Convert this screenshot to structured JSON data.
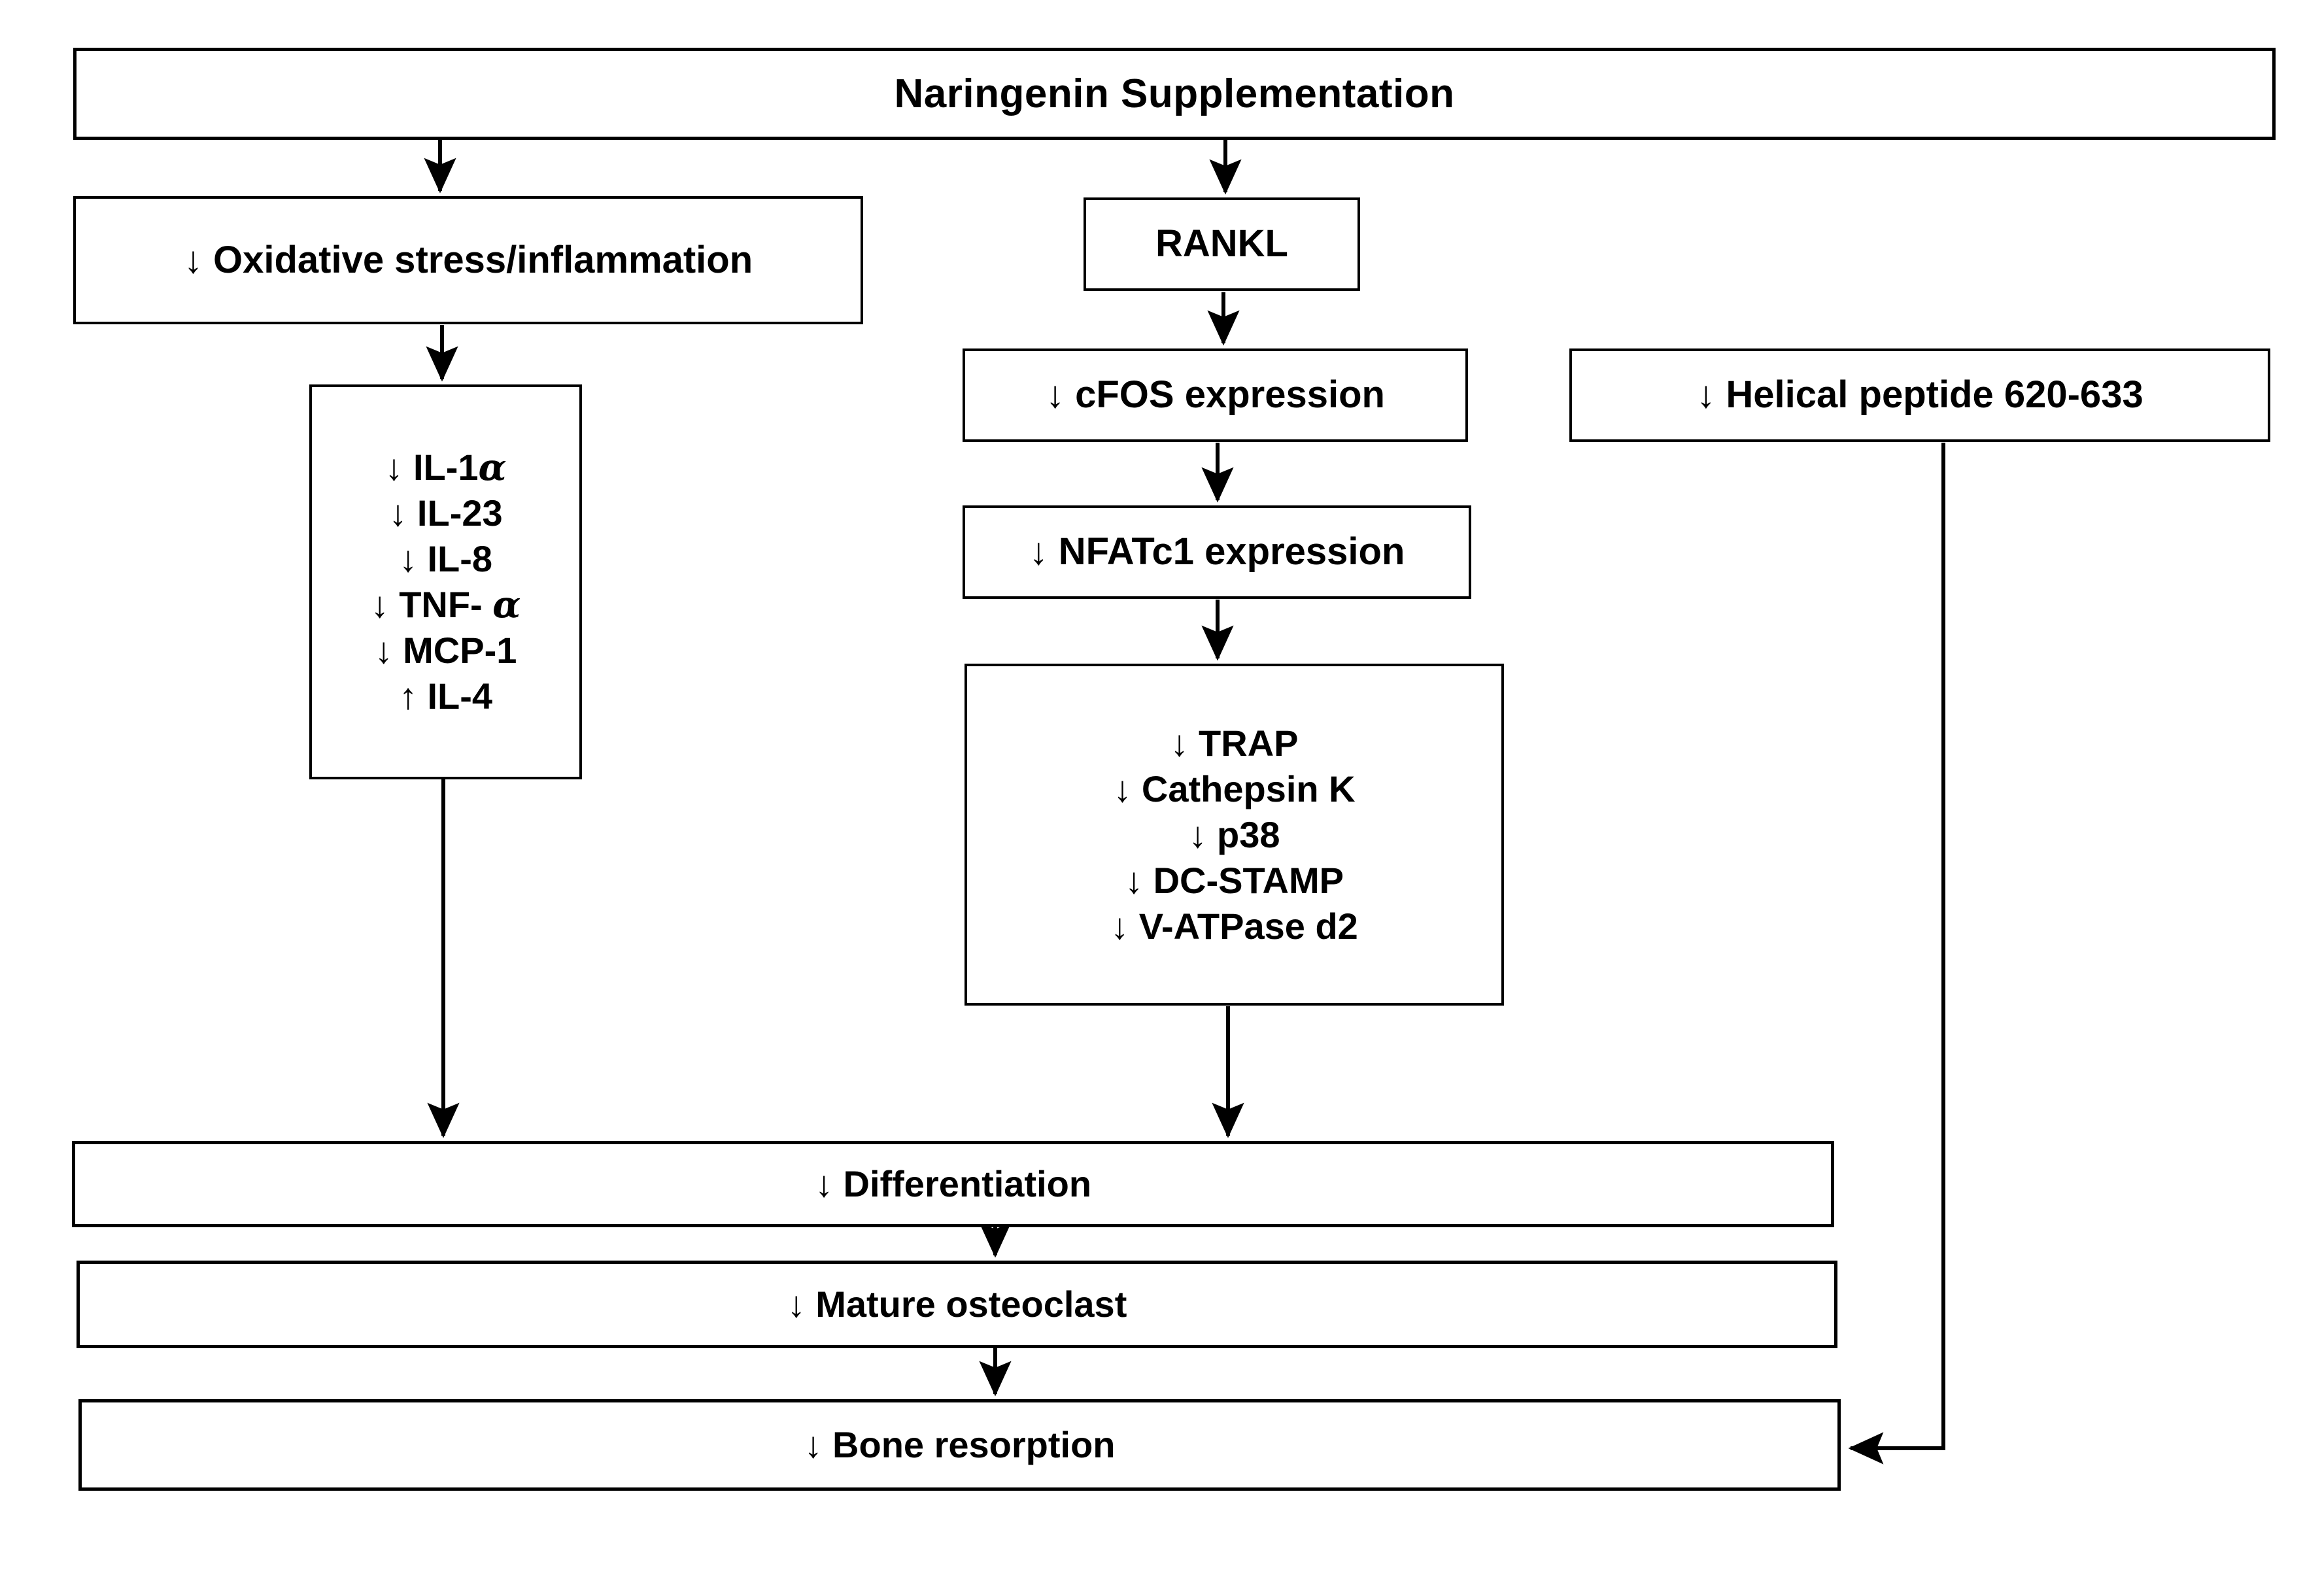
{
  "diagram": {
    "title": "Naringenin Supplementation osteoclast pathway flowchart",
    "nodes": {
      "naringenin": {
        "label": "Naringenin Supplementation"
      },
      "oxidative": {
        "label": "↓ Oxidative stress/inflammation"
      },
      "cytokines": {
        "items": [
          {
            "arrow": "↓",
            "name": "IL-1",
            "greek": "α"
          },
          {
            "arrow": "↓",
            "name": "IL-23",
            "greek": ""
          },
          {
            "arrow": "↓",
            "name": "IL-8",
            "greek": ""
          },
          {
            "arrow": "↓",
            "name": "TNF- ",
            "greek": "α"
          },
          {
            "arrow": "↓",
            "name": "MCP-1",
            "greek": ""
          },
          {
            "arrow": "↑",
            "name": "IL-4",
            "greek": ""
          }
        ]
      },
      "rankl": {
        "label": "RANKL"
      },
      "cfos": {
        "label": "↓ cFOS expression"
      },
      "nfatc1": {
        "label": "↓ NFATc1 expression"
      },
      "osteoclast_markers": {
        "items": [
          {
            "arrow": "↓",
            "name": "TRAP"
          },
          {
            "arrow": "↓",
            "name": "Cathepsin K"
          },
          {
            "arrow": "↓",
            "name": "p38"
          },
          {
            "arrow": "↓",
            "name": "DC-STAMP"
          },
          {
            "arrow": "↓",
            "name": "V-ATPase d2"
          }
        ]
      },
      "helical_peptide": {
        "label": "↓ Helical peptide 620-633"
      },
      "differentiation": {
        "label": "↓ Differentiation"
      },
      "mature_osteoclast": {
        "label": "↓ Mature osteoclast"
      },
      "bone_resorption": {
        "label": "↓ Bone resorption"
      }
    },
    "edges": [
      {
        "from": "naringenin",
        "to": "oxidative"
      },
      {
        "from": "naringenin",
        "to": "rankl"
      },
      {
        "from": "oxidative",
        "to": "cytokines"
      },
      {
        "from": "rankl",
        "to": "cfos"
      },
      {
        "from": "cfos",
        "to": "nfatc1"
      },
      {
        "from": "nfatc1",
        "to": "osteoclast_markers"
      },
      {
        "from": "cytokines",
        "to": "differentiation"
      },
      {
        "from": "osteoclast_markers",
        "to": "differentiation"
      },
      {
        "from": "differentiation",
        "to": "mature_osteoclast"
      },
      {
        "from": "mature_osteoclast",
        "to": "bone_resorption"
      },
      {
        "from": "helical_peptide",
        "to": "bone_resorption"
      }
    ],
    "colors": {
      "stroke": "#000000",
      "fill": "#ffffff",
      "text": "#000000"
    }
  }
}
